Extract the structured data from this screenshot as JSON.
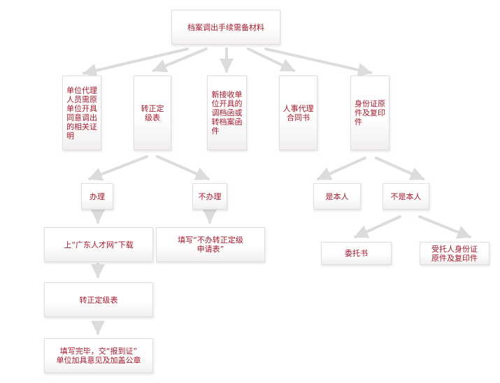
{
  "flowchart": {
    "root": "档案调出手续需备材料",
    "requirements": [
      "单位代理\n人员需原\n单位开具\n同意调出\n的相关证\n明",
      "转正定\n级表",
      "新接收单\n位开具的\n调档函或\n转档案函\n件",
      "人事代理\n合同书",
      "身份证原\n件及复印\n件"
    ],
    "handle": "办理",
    "not_handle": "不办理",
    "download": "上“广东人才网”下载",
    "fill_not_handle": "填写“不办转正定级\n申请表”",
    "form": "转正定级表",
    "final_step": "填写完毕，交“报到证”\n单位加具意见及加盖公章",
    "self": "是本人",
    "not_self": "不是本人",
    "power_of_attorney": "委托书",
    "agent_id": "受托人身份证\n原件及复印件"
  },
  "colors": {
    "text": "#a2182a",
    "border": "#e2dede",
    "arrow": "#dcdcdc"
  }
}
